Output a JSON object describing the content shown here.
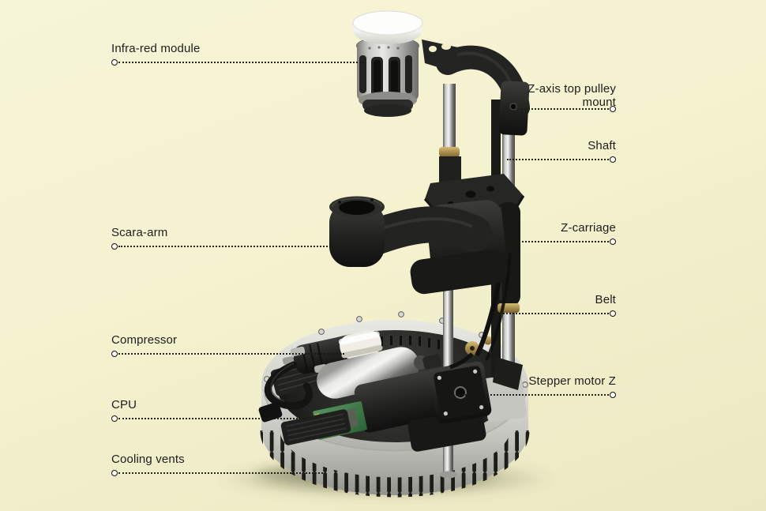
{
  "figure": {
    "type": "annotated-product-diagram",
    "subject": "SCARA-arm desktop robot on circular base"
  },
  "colors": {
    "background": "#f4f2cf",
    "background_edge": "#ebe9c3",
    "label_text": "#1d1d1b",
    "leader_line": "#19190f",
    "machine_black": "#232321",
    "machine_silver": "#c9c9c5",
    "brass": "#a98e4e",
    "pcb_green": "#3e7d4f",
    "ir_cap_white": "#fdfdfb"
  },
  "callouts": {
    "left": [
      {
        "text": "Infra-red module"
      },
      {
        "text": "Scara-arm"
      },
      {
        "text": "Compressor"
      },
      {
        "text": "CPU"
      },
      {
        "text": "Cooling vents"
      }
    ],
    "right": [
      {
        "text": "Z-axis top pulley\nmount"
      },
      {
        "text": "Shaft"
      },
      {
        "text": "Z-carriage"
      },
      {
        "text": "Belt"
      },
      {
        "text": "Stepper motor Z"
      }
    ]
  }
}
